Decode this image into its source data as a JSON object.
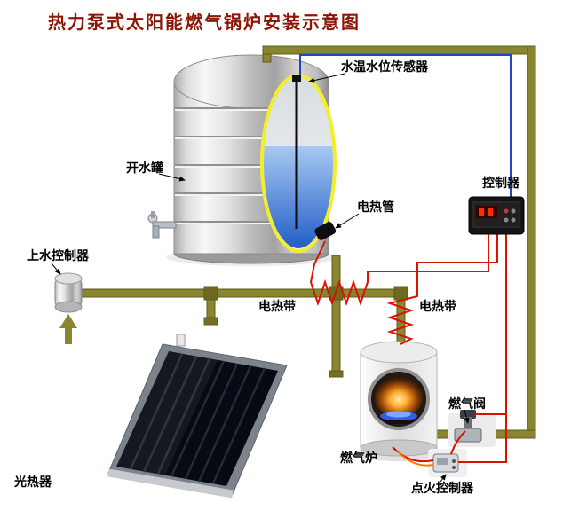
{
  "title": "热力泵式太阳能燃气锅炉安装示意图",
  "labels": {
    "sensor": "水温水位传感器",
    "tank": "开水罐",
    "heater_tube": "电热管",
    "controller": "控制器",
    "supply_controller": "上水控制器",
    "heat_tape_left": "电热带",
    "heat_tape_right": "电热带",
    "solar_collector": "光热器",
    "gas_boiler": "燃气炉",
    "gas_valve": "燃气阀",
    "ignition": "点火控制器"
  },
  "colors": {
    "title_text": "#8b1606",
    "label_text": "#000000",
    "pipe": "#8a8531",
    "heat_tape_wire": "#dd1100",
    "sensor_cable": "#2244cc",
    "water": "#1b58c4",
    "cutaway_ring": "#f2ef2a",
    "flame": "#ffad33"
  }
}
